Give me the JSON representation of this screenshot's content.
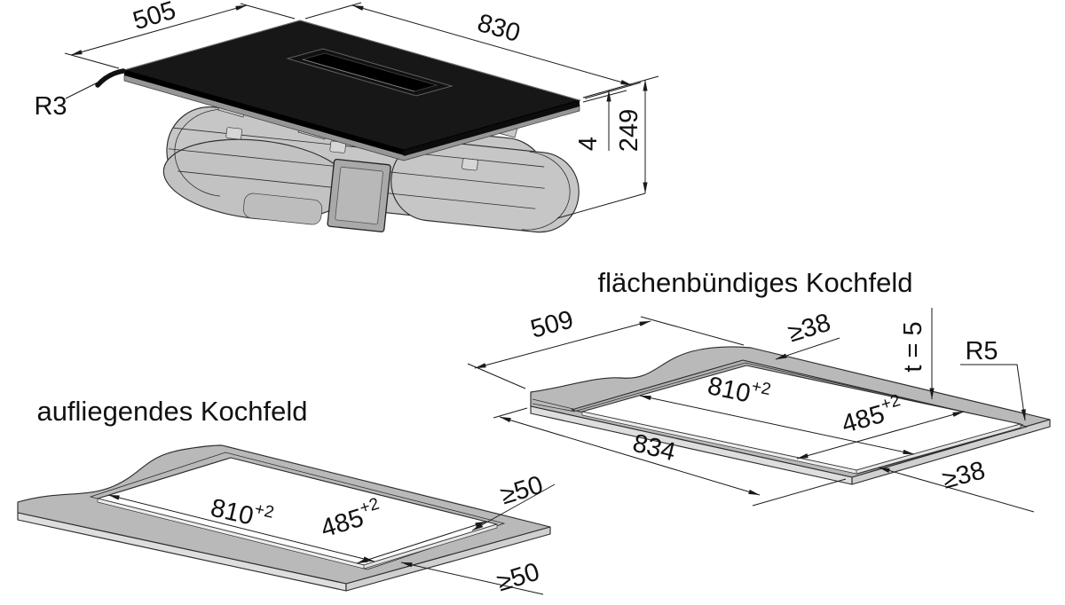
{
  "colors": {
    "background": "#ffffff",
    "line": "#1a1a1a",
    "surface_gray": "#b9b9b9",
    "recess_gray": "#b2b2b2",
    "side_gray": "#dedede",
    "side_gray_dark": "#d0d0d0",
    "glass_black": "#171717",
    "body_gray": "#c6c6c6",
    "cutout_white": "#ffffff"
  },
  "iso_view": {
    "labels": {
      "depth": "505",
      "length": "830",
      "corner_radius": "R3",
      "glass_thickness": "4",
      "total_height": "249"
    }
  },
  "flush_view": {
    "title": "flächenbündiges Kochfeld",
    "labels": {
      "outer_depth": "509",
      "outer_length": "834",
      "cutout_length": "810",
      "cutout_length_tol": "+2",
      "cutout_depth": "485",
      "cutout_depth_tol": "+2",
      "min_edge_top": "≥38",
      "min_edge_bottom": "≥38",
      "panel_thickness": "t = 5",
      "corner_radius": "R5"
    }
  },
  "surface_view": {
    "title": "aufliegendes Kochfeld",
    "labels": {
      "cutout_length": "810",
      "cutout_length_tol": "+2",
      "cutout_depth": "485",
      "cutout_depth_tol": "+2",
      "min_edge_right": "≥50",
      "min_edge_bottom": "≥50"
    }
  }
}
